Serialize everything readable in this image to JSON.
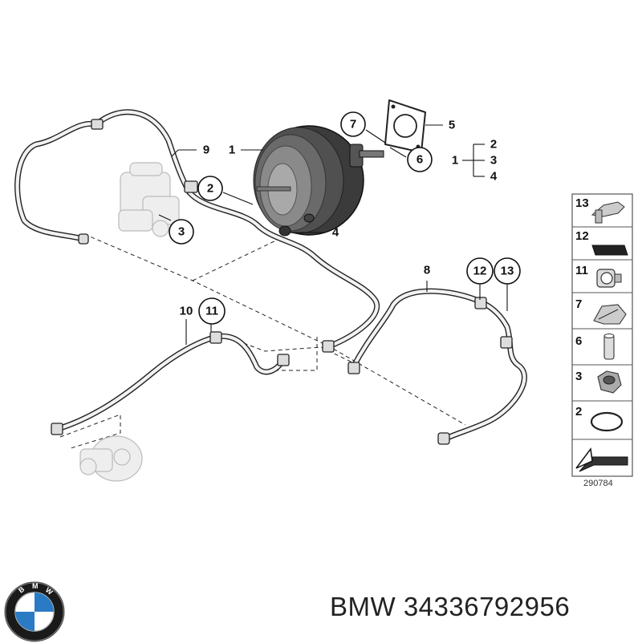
{
  "callouts": {
    "c1_top": "1",
    "c1_right": "1",
    "c2_top": "2",
    "c2_bracket": "2",
    "c3_bracket": "3",
    "c3_left": "3",
    "c4_bracket": "4",
    "c4_mid": "4",
    "c5": "5",
    "c6": "6",
    "c7": "7",
    "c8": "8",
    "c9": "9",
    "c10": "10",
    "c11": "11",
    "c12": "12",
    "c13": "13"
  },
  "legend": {
    "items": [
      {
        "num": "13",
        "icon": "bracket-clip-icon"
      },
      {
        "num": "12",
        "icon": "foam-pad-icon"
      },
      {
        "num": "11",
        "icon": "hose-clip-icon"
      },
      {
        "num": "7",
        "icon": "spring-clip-icon"
      },
      {
        "num": "6",
        "icon": "pin-icon"
      },
      {
        "num": "3",
        "icon": "hex-nut-icon"
      },
      {
        "num": "2",
        "icon": "o-ring-icon"
      }
    ],
    "reference": "290784"
  },
  "brand": {
    "text": "BMW 34336792956",
    "logo_icon": "bmw-roundel-icon"
  }
}
